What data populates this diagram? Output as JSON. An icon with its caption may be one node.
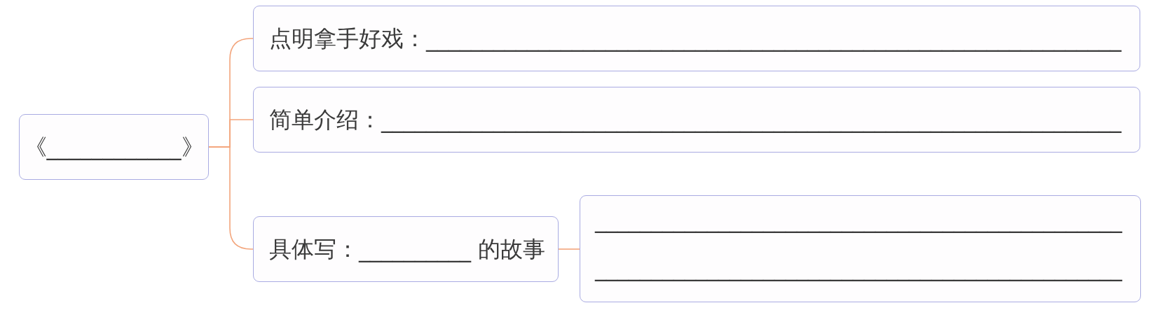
{
  "diagram": {
    "nodes": [
      {
        "text": [
          "《____________》"
        ]
      },
      {
        "text": [
          "点明拿手好戏：______________________________________________________________"
        ]
      },
      {
        "text": [
          "简单介绍：__________________________________________________________________"
        ]
      },
      {
        "text": [
          "具体写：__________ 的故事"
        ]
      },
      {
        "text": [
          "_______________________________________________",
          "_______________________________________________"
        ]
      }
    ],
    "edges": [
      {
        "from": 0,
        "to": 1,
        "arrow": "none"
      },
      {
        "from": 0,
        "to": 2,
        "arrow": "none"
      },
      {
        "from": 0,
        "to": 3,
        "arrow": "none"
      },
      {
        "from": 3,
        "to": 4,
        "arrow": "none"
      }
    ]
  }
}
